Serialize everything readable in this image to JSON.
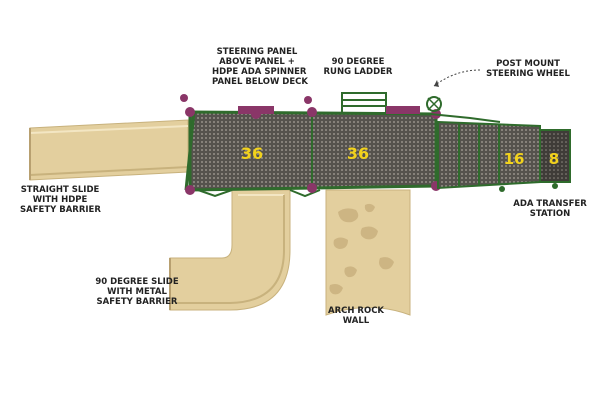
{
  "callouts": {
    "steering_panel": [
      "STEERING PANEL",
      "ABOVE PANEL +",
      "HDPE ADA SPINNER",
      "PANEL BELOW DECK"
    ],
    "rung_ladder": [
      "90 DEGREE",
      "RUNG LADDER"
    ],
    "steering_wheel": [
      "POST MOUNT",
      "STEERING WHEEL"
    ],
    "straight_slide": [
      "STRAIGHT SLIDE",
      "WITH HDPE",
      "SAFETY BARRIER"
    ],
    "curved_slide": [
      "90 DEGREE SLIDE",
      "WITH METAL",
      "SAFETY BARRIER"
    ],
    "rock_wall": [
      "ARCH ROCK",
      "WALL"
    ],
    "transfer_station": [
      "ADA TRANSFER",
      "STATION"
    ]
  },
  "deck_heights": {
    "left_deck": "36",
    "right_deck": "36",
    "step_high": "16",
    "step_low": "8"
  },
  "colors": {
    "slide": "#e3cf9e",
    "slide_shadow": "#c8b27d",
    "deck": "#5a5650",
    "frame": "#2f6b2c",
    "post_cap": "#8a3668",
    "number": "#f2d21c"
  }
}
